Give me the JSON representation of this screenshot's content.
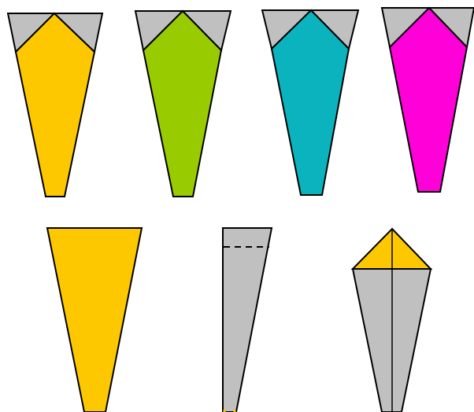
{
  "colors": {
    "background": "#ffffff",
    "gray": "#c0c0c0",
    "outline": "#000000",
    "yellow": "#fec800",
    "green": "#99cc00",
    "teal": "#0ab3bd",
    "magenta": "#ff00d8"
  },
  "top_row": [
    {
      "name": "yellow-folded-kite",
      "fill_color": "yellow"
    },
    {
      "name": "green-folded-kite",
      "fill_color": "green"
    },
    {
      "name": "teal-folded-kite",
      "fill_color": "teal"
    },
    {
      "name": "magenta-folded-kite",
      "fill_color": "magenta"
    }
  ],
  "bottom_row": [
    {
      "name": "step-1-yellow-trapezoid",
      "fill_color": "yellow",
      "fold_line": "none"
    },
    {
      "name": "step-2-gray-strip-with-dashed-fold",
      "fill_color": "gray",
      "fold_line": "dashed"
    },
    {
      "name": "step-3-gray-kite-with-yellow-cap",
      "fill_color": "gray",
      "cap_color": "yellow",
      "fold_line": "solid-center"
    }
  ]
}
